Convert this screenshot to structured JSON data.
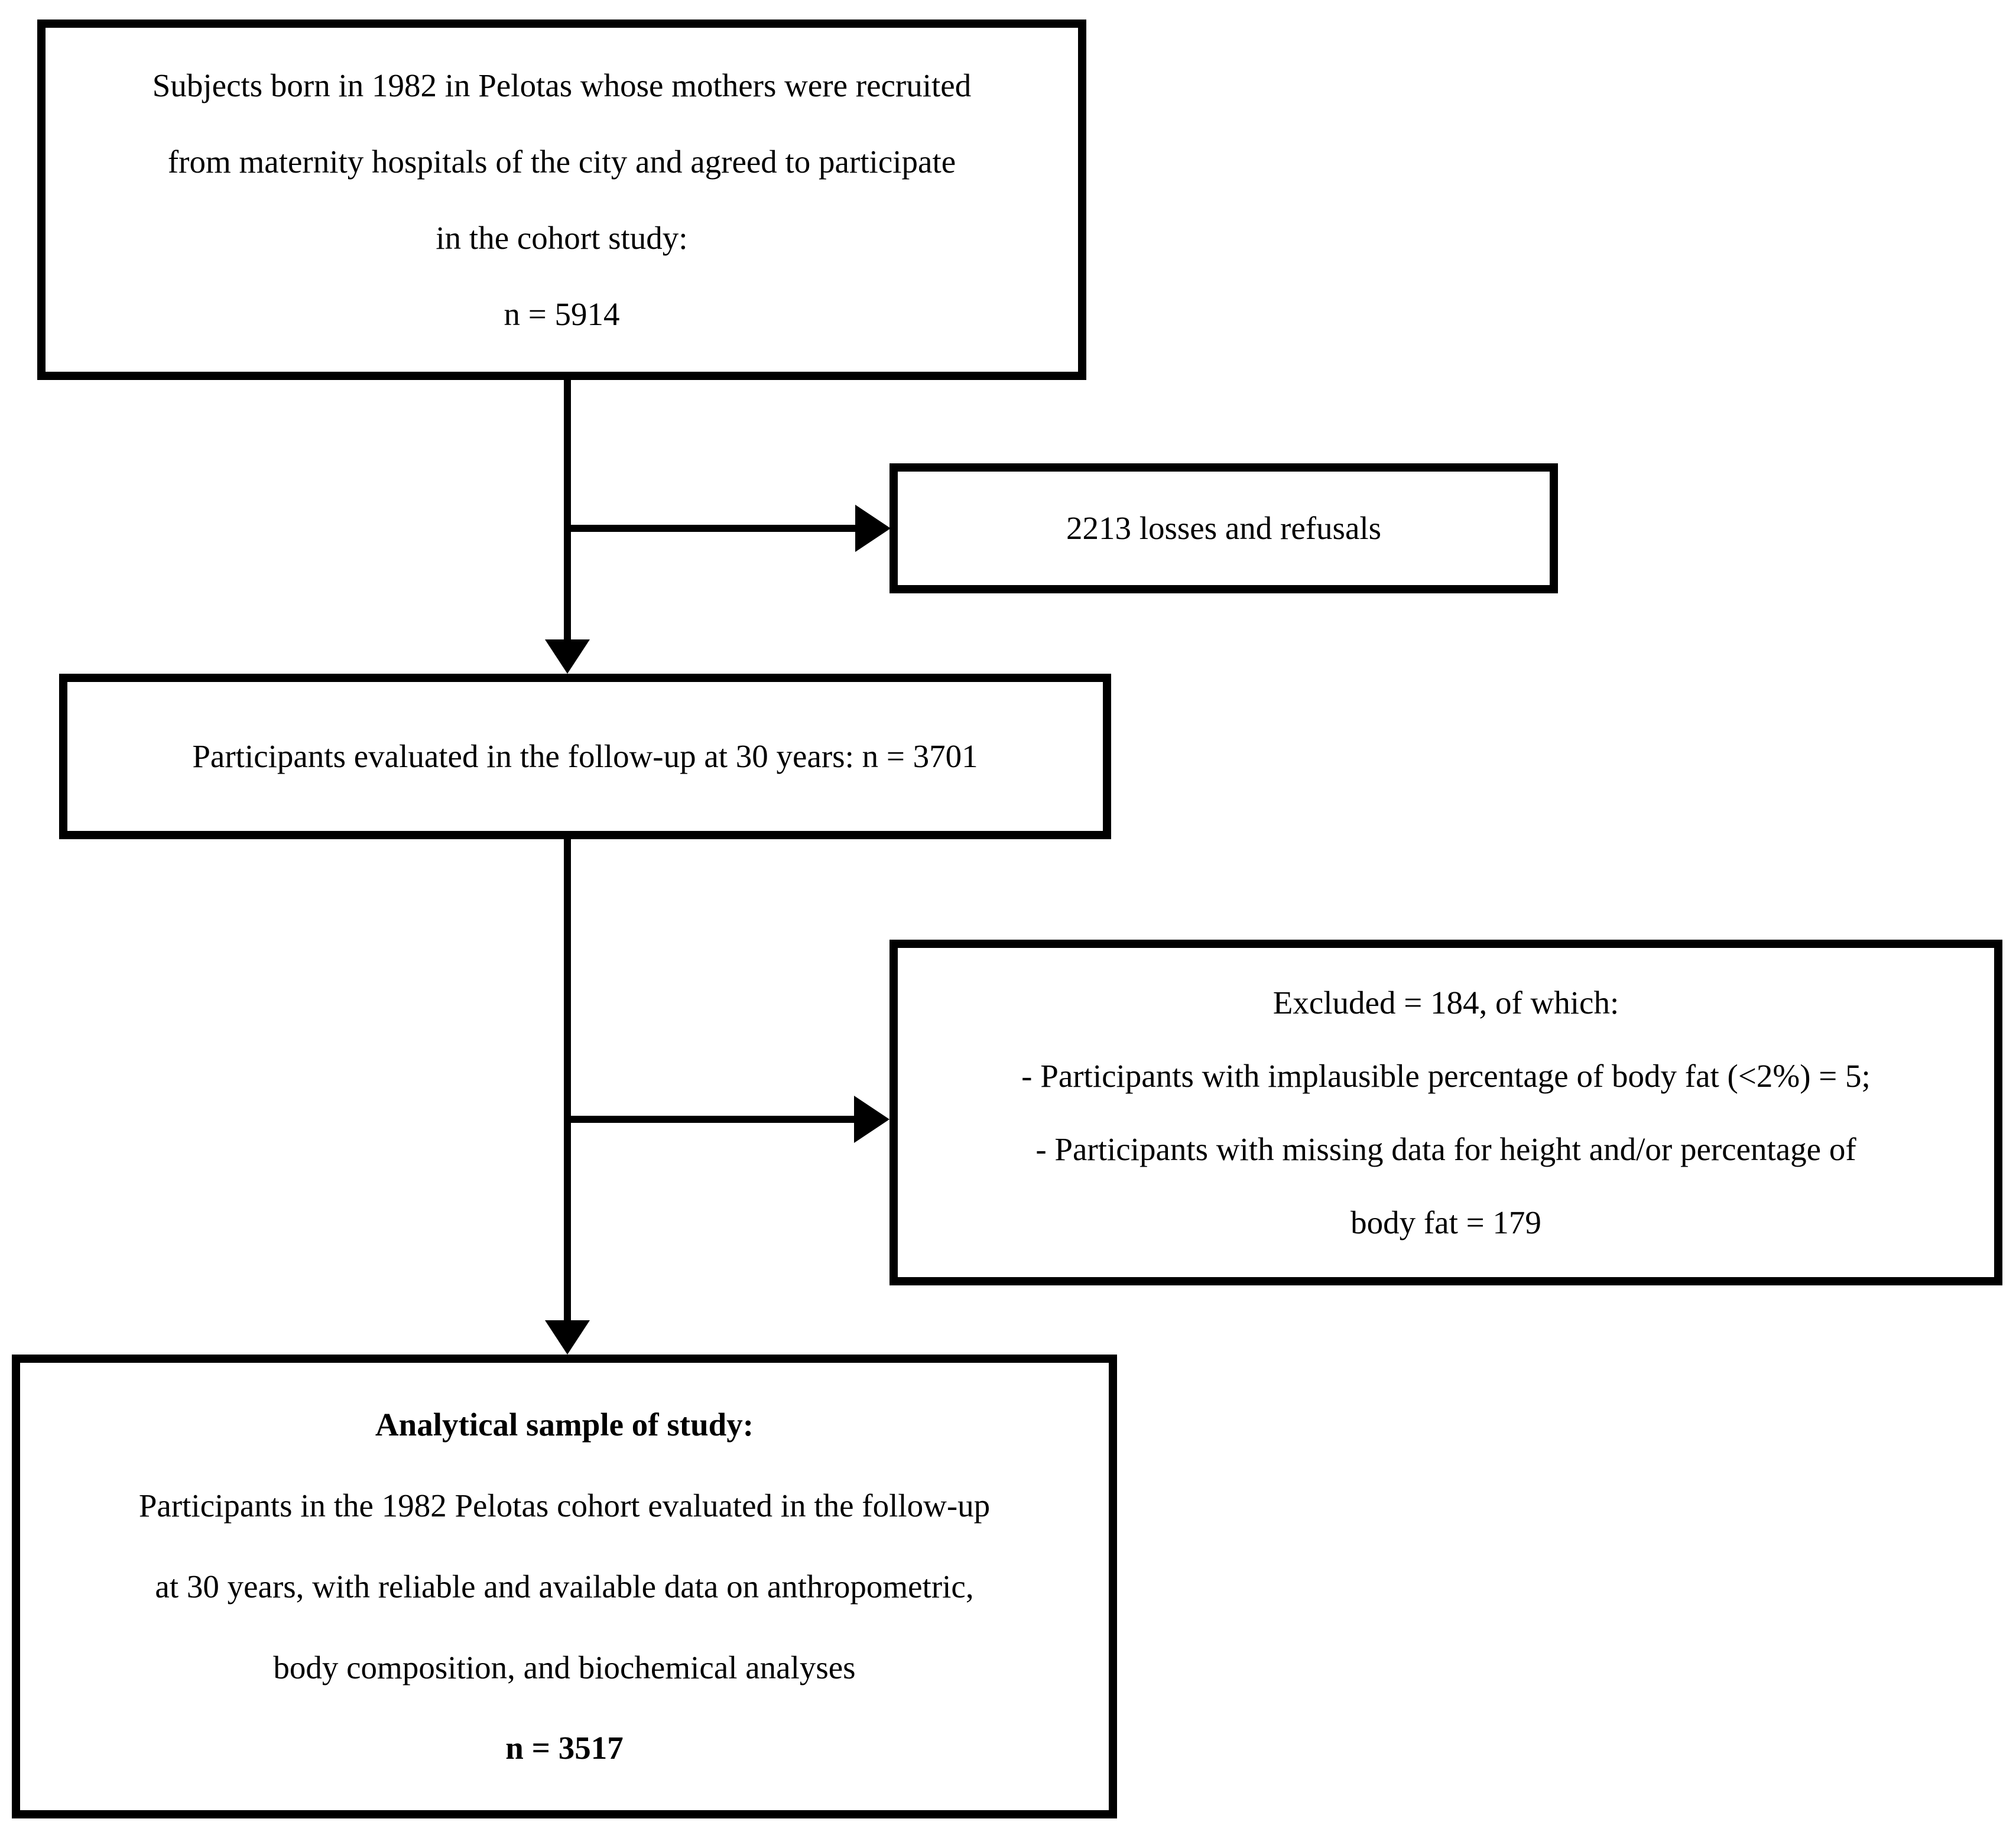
{
  "diagram": {
    "type": "flowchart",
    "background_color": "#ffffff",
    "line_color": "#000000",
    "boxes": {
      "recruitment": {
        "lines": [
          "Subjects born in 1982 in Pelotas whose mothers were recruited",
          "from maternity hospitals of the city and agreed to participate",
          "in the cohort study:",
          "n = 5914"
        ]
      },
      "losses": {
        "lines": [
          "2213 losses and refusals"
        ]
      },
      "followup": {
        "lines": [
          "Participants evaluated in the follow-up at 30 years: n = 3701"
        ]
      },
      "excluded": {
        "lines": [
          "Excluded = 184, of which:",
          "- Participants with implausible percentage of body fat (<2%) = 5;",
          "- Participants with missing data for height and/or percentage of",
          "body fat = 179"
        ]
      },
      "analytical": {
        "lines": [
          "Analytical sample of study:",
          "Participants in the 1982 Pelotas cohort evaluated in the follow-up",
          "at 30 years, with reliable and available data on anthropometric,",
          "body composition, and biochemical analyses",
          "n = 3517"
        ]
      }
    }
  }
}
